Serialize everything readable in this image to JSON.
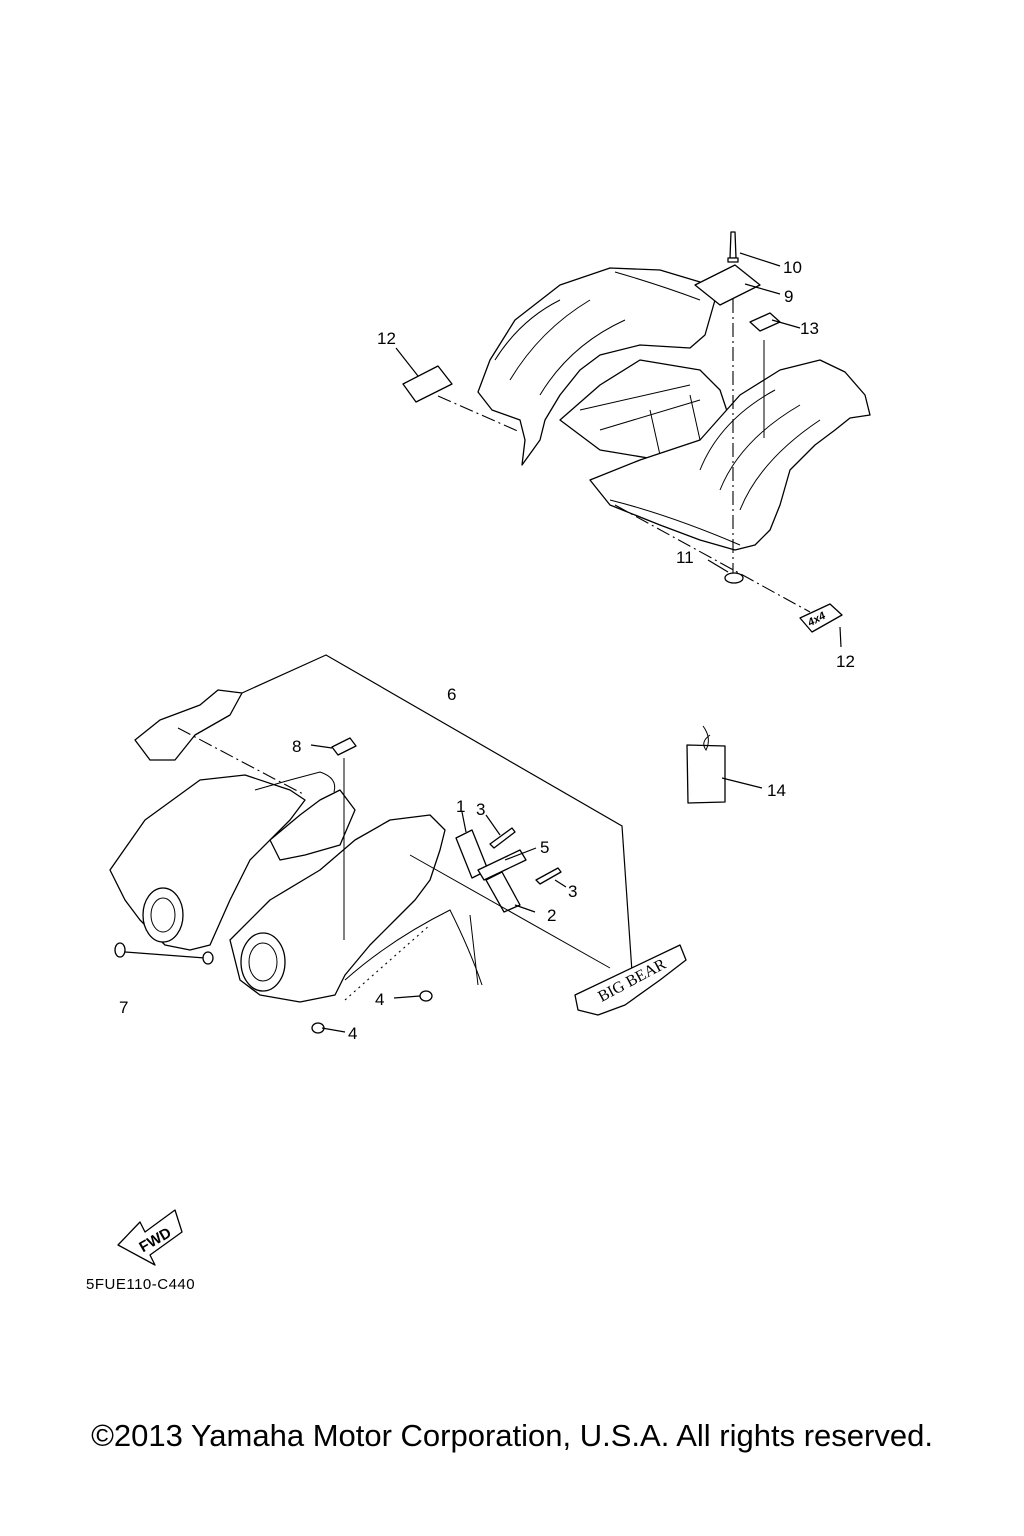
{
  "callouts": {
    "c1": "1",
    "c2": "2",
    "c3a": "3",
    "c3b": "3",
    "c4a": "4",
    "c4b": "4",
    "c5": "5",
    "c6": "6",
    "c7": "7",
    "c8": "8",
    "c9": "9",
    "c10": "10",
    "c11": "11",
    "c12a": "12",
    "c12b": "12",
    "c13": "13",
    "c14": "14"
  },
  "decals": {
    "four_by_four": "4x4",
    "big_bear": "BIG BEAR",
    "fwd": "FWD"
  },
  "diagram_code": "5FUE110-C440",
  "copyright": "©2013 Yamaha Motor Corporation, U.S.A. All rights reserved."
}
